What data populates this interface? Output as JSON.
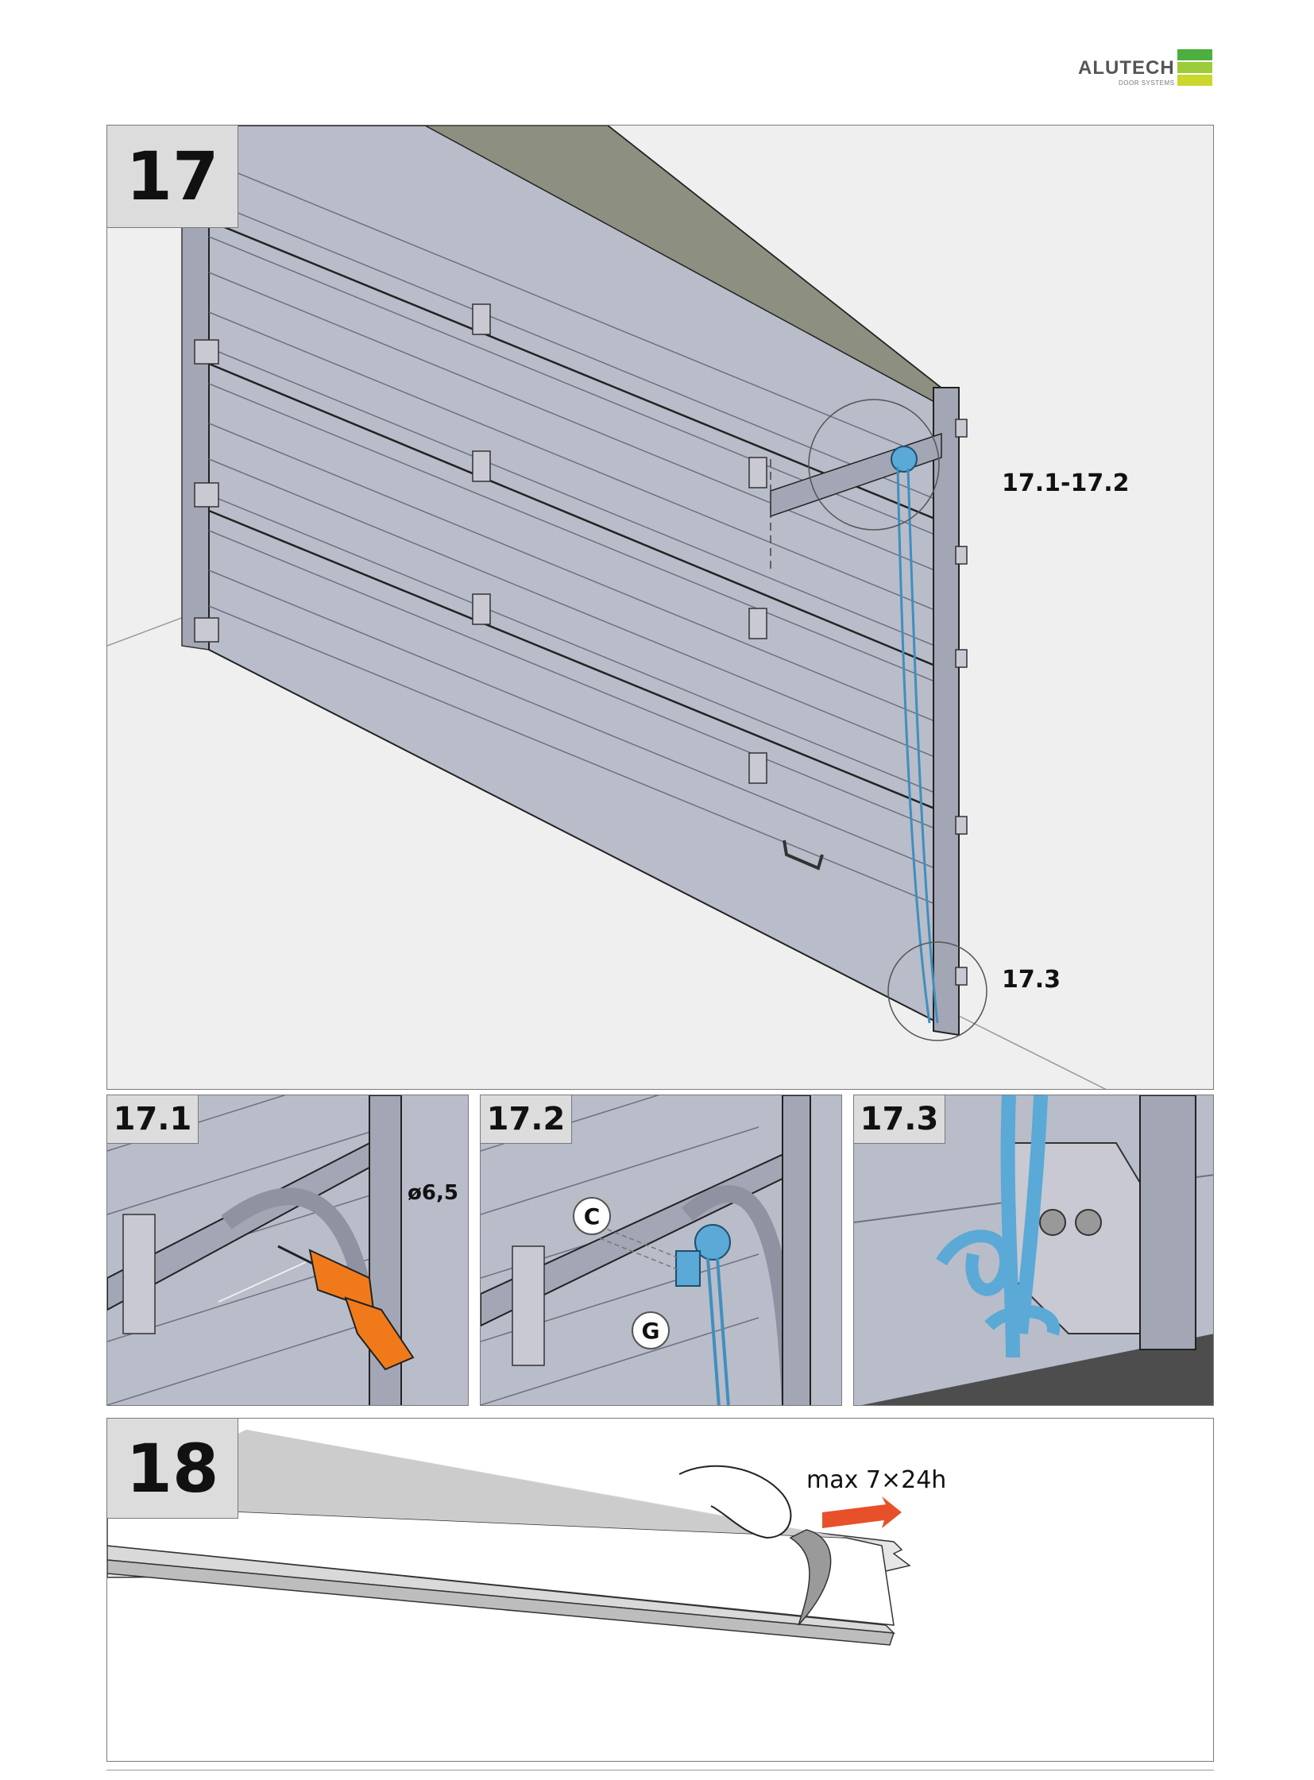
{
  "brand": {
    "name": "ALUTECH",
    "tagline": "DOOR SYSTEMS",
    "colors": [
      "#4caf3e",
      "#9ccc3a",
      "#c9d72e"
    ]
  },
  "step17": {
    "number": "17",
    "callout_top": "17.1-17.2",
    "callout_bottom": "17.3"
  },
  "sub_steps": [
    {
      "number": "17.1",
      "dimension": "ø6,5"
    },
    {
      "number": "17.2",
      "label_c": "C",
      "label_g": "G"
    },
    {
      "number": "17.3"
    }
  ],
  "step18": {
    "number": "18",
    "note": "max 7×24h"
  },
  "colors": {
    "panel": "#b9bcc9",
    "panel_dark": "#9a9dab",
    "cable": "#5aa9d6",
    "drill": "#f07a1a",
    "arrow": "#e8502a",
    "frame": "#7a7a7a"
  }
}
